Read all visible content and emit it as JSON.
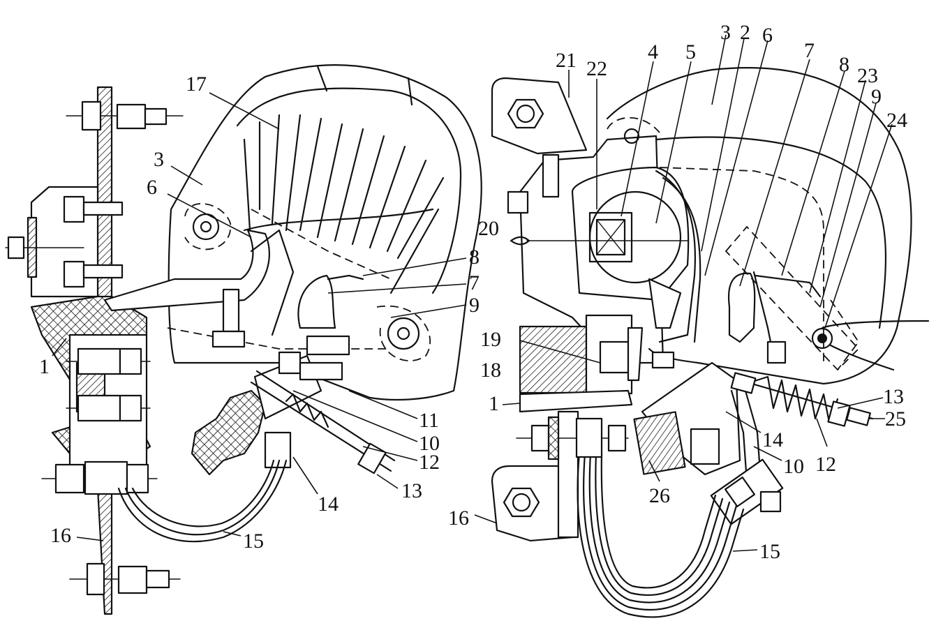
{
  "figure": {
    "left_view": {
      "labels": [
        "17",
        "3",
        "6",
        "8",
        "7",
        "9",
        "1",
        "11",
        "10",
        "12",
        "13",
        "14",
        "15",
        "16"
      ]
    },
    "right_view": {
      "labels": [
        "21",
        "22",
        "4",
        "5",
        "3",
        "2",
        "6",
        "7",
        "8",
        "23",
        "9",
        "24",
        "20",
        "19",
        "18",
        "1",
        "13",
        "25",
        "14",
        "12",
        "10",
        "26",
        "16",
        "15"
      ]
    }
  }
}
